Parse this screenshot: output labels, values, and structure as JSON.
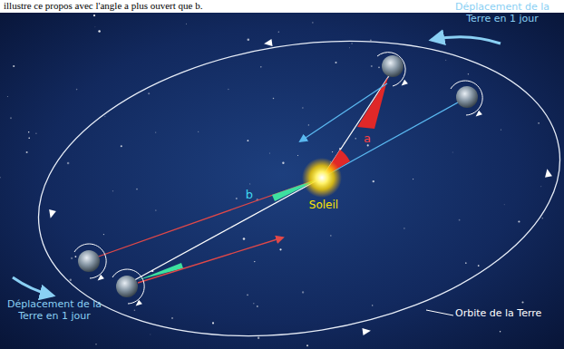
{
  "diagram": {
    "labels": [
      "illustre ce propos avec l'angle a plus ouvert que b.",
      "Déplacement de la Terre en 1 jour",
      "a",
      "b",
      "Soleil",
      "Déplacement de la Terre en 1 jour",
      "Orbite de la Terre"
    ]
  }
}
